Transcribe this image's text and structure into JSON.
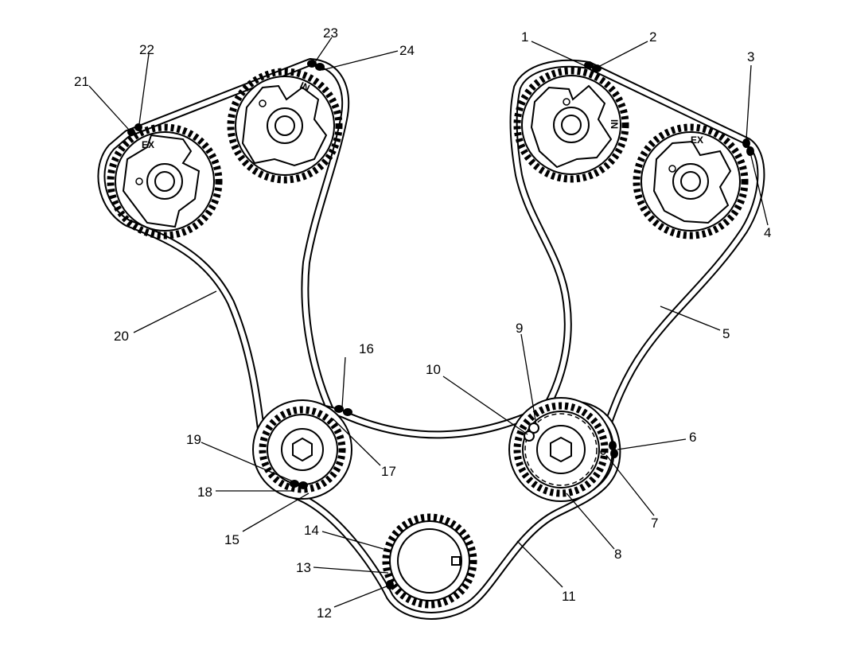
{
  "callouts": [
    {
      "id": "1",
      "text": "1"
    },
    {
      "id": "2",
      "text": "2"
    },
    {
      "id": "3",
      "text": "3"
    },
    {
      "id": "4",
      "text": "4"
    },
    {
      "id": "5",
      "text": "5"
    },
    {
      "id": "6",
      "text": "6"
    },
    {
      "id": "7",
      "text": "7"
    },
    {
      "id": "8",
      "text": "8"
    },
    {
      "id": "9",
      "text": "9"
    },
    {
      "id": "10",
      "text": "10"
    },
    {
      "id": "11",
      "text": "11"
    },
    {
      "id": "12",
      "text": "12"
    },
    {
      "id": "13",
      "text": "13"
    },
    {
      "id": "14",
      "text": "14"
    },
    {
      "id": "15",
      "text": "15"
    },
    {
      "id": "16",
      "text": "16"
    },
    {
      "id": "17",
      "text": "17"
    },
    {
      "id": "18",
      "text": "18"
    },
    {
      "id": "19",
      "text": "19"
    },
    {
      "id": "20",
      "text": "20"
    },
    {
      "id": "21",
      "text": "21"
    },
    {
      "id": "22",
      "text": "22"
    },
    {
      "id": "23",
      "text": "23"
    },
    {
      "id": "24",
      "text": "24"
    }
  ],
  "sprocket_labels": {
    "left_exhaust": "EX",
    "left_intake": "IN",
    "right_intake": "IN",
    "right_exhaust": "EX"
  }
}
